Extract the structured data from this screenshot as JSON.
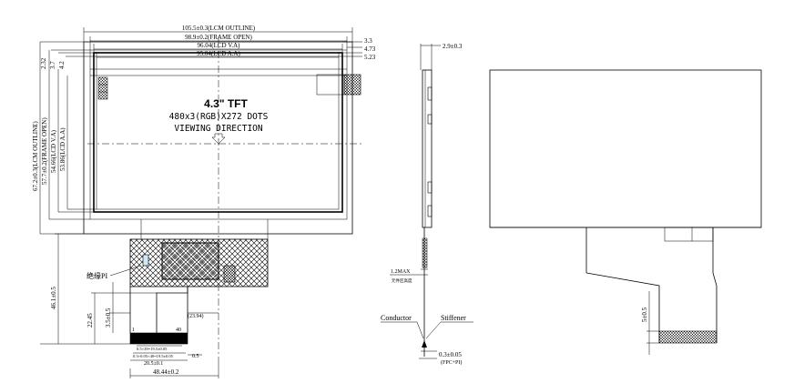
{
  "front_view": {
    "dims_top": [
      "105.5±0.3(LCM OUTLINE)",
      "98.9±0.2(FRAME OPEN)",
      "96.04(LCD V.A)",
      "95.04(LCD A.A)"
    ],
    "dims_right": [
      "3.3",
      "4.73",
      "5.23"
    ],
    "dims_left_top": [
      "2.32",
      "3.7",
      "4.2"
    ],
    "dims_left_side": [
      "67.2±0.3(LCM OUTLINE)",
      "57.7±0.2(FRAME OPEN)",
      "54.66(LCD V.A)",
      "53.86(LCD A.A)"
    ],
    "center_text": [
      "4.3\" TFT",
      "480x3(RGB)X272  DOTS",
      "VIEWING DIRECTION"
    ],
    "fpc": {
      "label_pi": "绝缘PI",
      "dim_height": "46.1±0.5",
      "dim_22": "22.45",
      "dim_35": "3.5±0.5",
      "dim_2394": "(23.94)",
      "pin_1": "1",
      "pin_40": "40",
      "dim_pitch": "0.5",
      "dim_205": "20.5±0.1",
      "dim_4844": "48.44±0.2",
      "note_1": "0.5×39=19.5±0.05",
      "note_2": "0.3+0.05×40=19.5±0.05"
    }
  },
  "side_view": {
    "dim_thickness": "2.9±0.3",
    "dim_12max": "1.2MAX",
    "note_12max": "元件区高度",
    "label_conductor": "Conductor",
    "label_stiffener": "Stiffener",
    "dim_fpc": "0.3±0.05",
    "note_fpc": "(FPC+PI)"
  },
  "back_view": {
    "dim_5": "5±0.5"
  }
}
